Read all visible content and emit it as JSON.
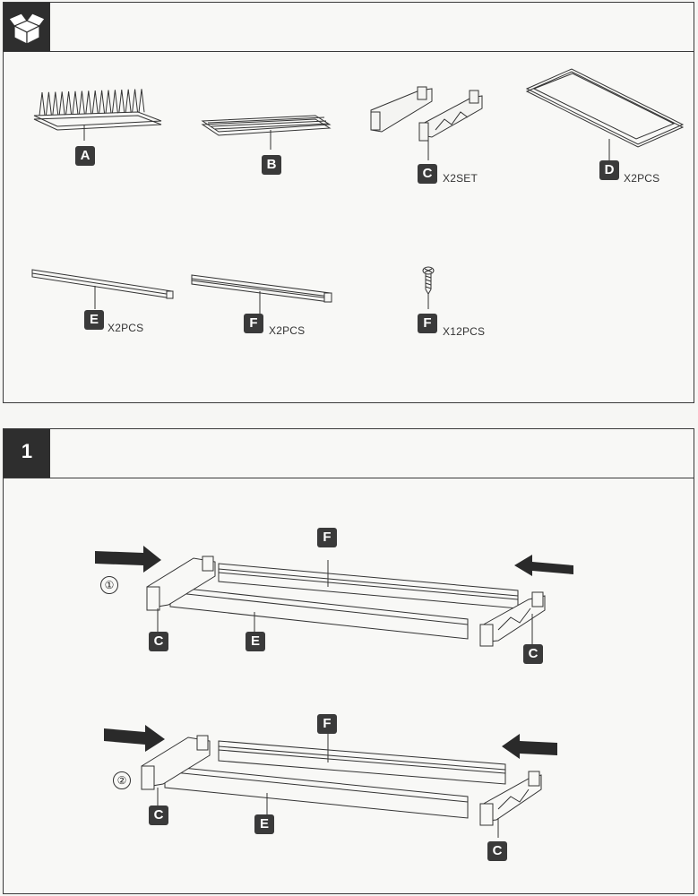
{
  "parts": [
    {
      "letter": "A",
      "qty": ""
    },
    {
      "letter": "B",
      "qty": ""
    },
    {
      "letter": "C",
      "qty": "X2SET"
    },
    {
      "letter": "D",
      "qty": "X2PCS"
    },
    {
      "letter": "E",
      "qty": "X2PCS"
    },
    {
      "letter": "F",
      "qty": "X2PCS"
    },
    {
      "letter": "F",
      "qty": "X12PCS"
    }
  ],
  "step": {
    "number": "1",
    "sub_steps": [
      "①",
      "②"
    ],
    "labels": {
      "c": "C",
      "e": "E",
      "f": "F"
    }
  },
  "header_icon": "open-box-icon"
}
